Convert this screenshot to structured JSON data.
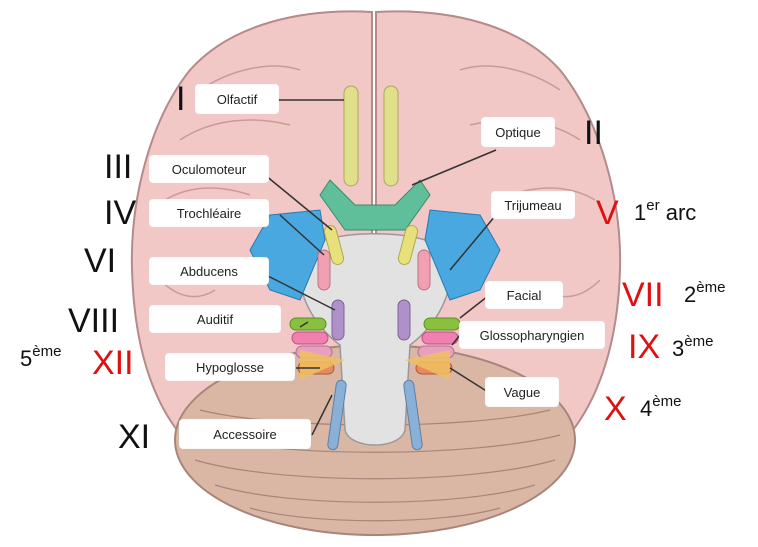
{
  "colors": {
    "brain_fill": "#f1c8c6",
    "brain_stroke": "#b48a8a",
    "cerebellum": "#d9b7a4",
    "brainstem": "#e2e2e2",
    "olfactory": "#e0e08a",
    "optic": "#5fbf9a",
    "oculomotor": "#e8e07a",
    "trochlear": "#f0a0b0",
    "trigeminal": "#4aa8e0",
    "abducens": "#b090c8",
    "facial": "#8ac040",
    "auditory": "#f080b0",
    "glossopharyngeal": "#e8a0c0",
    "vagus": "#e88a60",
    "accessory": "#8ab0d8",
    "hypoglossal": "#f0c060",
    "red_numeral": "#e01010"
  },
  "labels": {
    "olfactif": "Olfactif",
    "optique": "Optique",
    "oculomoteur": "Oculomoteur",
    "trochleaire": "Trochléaire",
    "trijumeau": "Trijumeau",
    "abducens": "Abducens",
    "facial": "Facial",
    "auditif": "Auditif",
    "glossopharyngien": "Glossopharyngien",
    "hypoglosse": "Hypoglosse",
    "vague": "Vague",
    "accessoire": "Accessoire"
  },
  "numerals": {
    "i": "I",
    "ii": "II",
    "iii": "III",
    "iv": "IV",
    "v": "V",
    "vi": "VI",
    "vii": "VII",
    "viii": "VIII",
    "ix": "IX",
    "x": "X",
    "xi": "XI",
    "xii": "XII"
  },
  "arches": {
    "first_num": "1",
    "first_sup": "er",
    "first_word": "arc",
    "second_num": "2",
    "second_sup": "ème",
    "third_num": "3",
    "third_sup": "ème",
    "fourth_num": "4",
    "fourth_sup": "ème",
    "fifth_num": "5",
    "fifth_sup": "ème"
  }
}
